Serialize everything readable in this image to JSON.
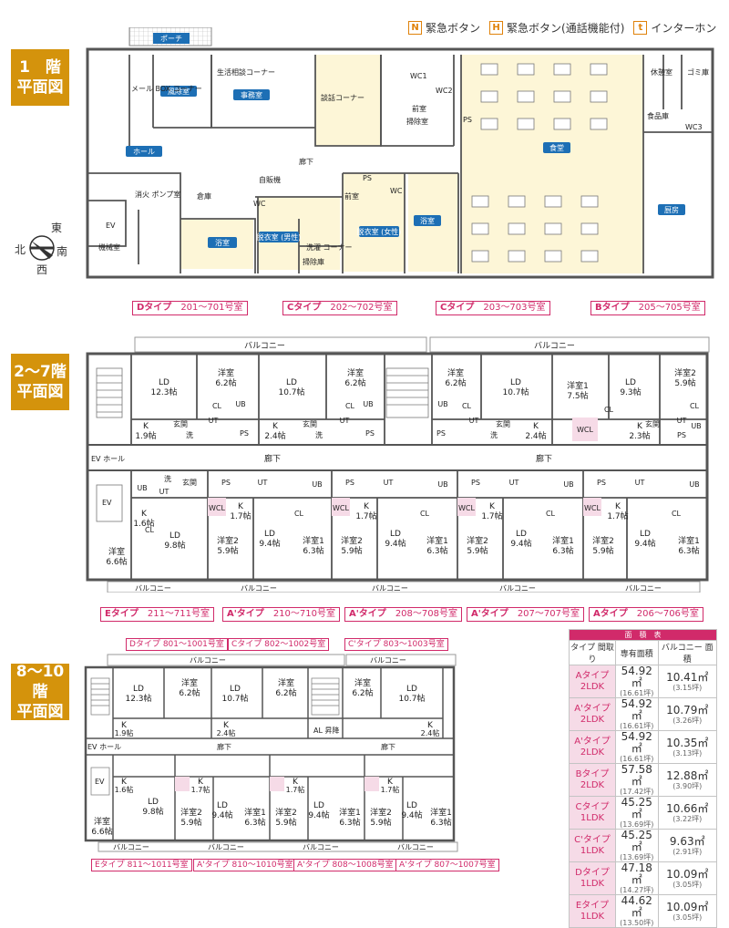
{
  "legend": {
    "n": {
      "mark": "N",
      "label": "緊急ボタン"
    },
    "h": {
      "mark": "H",
      "label": "緊急ボタン(通話機能付)"
    },
    "t": {
      "mark": "t",
      "label": "インターホン"
    }
  },
  "floor1": {
    "label_line1": "1　階",
    "label_line2": "平面図",
    "compass": {
      "e": "東",
      "s": "南",
      "w": "西",
      "n": "北"
    },
    "rooms": {
      "porch": "ポーチ",
      "windroom": "風除室",
      "mailbox": "メール BOX コーナー",
      "consult": "生活相談コーナー",
      "office": "事務室",
      "lounge": "談話コーナー",
      "wc1": "WC1",
      "wc2": "WC2",
      "ps": "PS",
      "clean": "掃除室",
      "front": "前室",
      "dining": "食堂",
      "rest": "休憩室",
      "gomi": "ゴミ庫",
      "food": "食品庫",
      "wc3": "WC3",
      "hall": "ホール",
      "corridor": "廊下",
      "vending": "自販機",
      "ev": "EV",
      "pump": "消火 ポンプ室",
      "storage": "倉庫",
      "wc": "WC",
      "bath": "浴室",
      "dress_m": "脱衣室 (男性)",
      "laundry": "洗濯 コーナー",
      "cleaning": "掃除庫",
      "dress_f": "脱衣室 (女性)",
      "kitchen": "厨房",
      "machine": "機械室"
    },
    "tags": [
      {
        "type": "Dタイプ",
        "rooms": "201～701号室"
      },
      {
        "type": "Cタイプ",
        "rooms": "202～702号室"
      },
      {
        "type": "Cタイプ",
        "rooms": "203～703号室"
      },
      {
        "type": "Bタイプ",
        "rooms": "205～705号室"
      }
    ]
  },
  "floor2": {
    "label_line1": "2～7階",
    "label_line2": "平面図",
    "balcony": "バルコニー",
    "corridor": "廊下",
    "evhall": "EV ホール",
    "ev": "EV",
    "top_units": [
      {
        "ld": "LD",
        "ld_size": "12.3帖",
        "bed": "洋室",
        "bed_size": "6.2帖",
        "k": "K",
        "k_size": "1.9帖"
      },
      {
        "ld": "LD",
        "ld_size": "10.7帖",
        "bed": "洋室",
        "bed_size": "6.2帖",
        "k": "K",
        "k_size": "2.4帖"
      },
      {
        "ld": "LD",
        "ld_size": "10.7帖",
        "bed": "洋室",
        "bed_size": "6.2帖",
        "k": "K",
        "k_size": "2.4帖"
      },
      {
        "ld": "洋室1",
        "ld_size": "7.5帖",
        "bed": "LD",
        "bed_size": "9.3帖",
        "k": "K",
        "k_size": "2.3帖"
      },
      {
        "ld": "洋室2",
        "ld_size": "5.9帖",
        "bed": "",
        "bed_size": "",
        "k": "",
        "k_size": ""
      }
    ],
    "bottom_units": [
      {
        "a": "LD",
        "a_size": "9.8帖",
        "b": "洋室",
        "b_size": "6.6帖",
        "k": "K",
        "k_size": "1.6帖"
      },
      {
        "a": "洋室2",
        "a_size": "5.9帖",
        "b": "LD",
        "b_size": "9.4帖",
        "c": "洋室1",
        "c_size": "6.3帖",
        "k": "K",
        "k_size": "1.7帖"
      },
      {
        "a": "洋室2",
        "a_size": "5.9帖",
        "b": "LD",
        "b_size": "9.4帖",
        "c": "洋室1",
        "c_size": "6.3帖",
        "k": "K",
        "k_size": "1.7帖"
      },
      {
        "a": "洋室2",
        "a_size": "5.9帖",
        "b": "LD",
        "b_size": "9.4帖",
        "c": "洋室1",
        "c_size": "6.3帖",
        "k": "K",
        "k_size": "1.7帖"
      },
      {
        "a": "洋室2",
        "a_size": "5.9帖",
        "b": "LD",
        "b_size": "9.4帖",
        "c": "洋室1",
        "c_size": "6.3帖",
        "k": "K",
        "k_size": "1.7帖"
      }
    ],
    "small": {
      "cl": "CL",
      "ut": "UT",
      "ub": "UB",
      "ps": "PS",
      "wash": "洗",
      "entry": "玄関",
      "wcl": "WCL"
    },
    "tags": [
      {
        "type": "Eタイプ",
        "rooms": "211～711号室"
      },
      {
        "type": "A'タイプ",
        "rooms": "210～710号室"
      },
      {
        "type": "A'タイプ",
        "rooms": "208～708号室"
      },
      {
        "type": "A'タイプ",
        "rooms": "207～707号室"
      },
      {
        "type": "Aタイプ",
        "rooms": "206～706号室"
      }
    ]
  },
  "floor8": {
    "label_line1": "8～10階",
    "label_line2": "平面図",
    "balcony": "バルコニー",
    "corridor": "廊下",
    "evhall": "EV ホール",
    "ev": "EV",
    "shaft": "AL 昇降",
    "top_tags": [
      {
        "type": "Dタイプ",
        "rooms": "801～1001号室"
      },
      {
        "type": "Cタイプ",
        "rooms": "802～1002号室"
      },
      {
        "type": "C'タイプ",
        "rooms": "803～1003号室"
      }
    ],
    "top_units": [
      {
        "ld": "LD",
        "ld_size": "12.3帖",
        "bed": "洋室",
        "bed_size": "6.2帖",
        "k": "K",
        "k_size": "1.9帖"
      },
      {
        "ld": "LD",
        "ld_size": "10.7帖",
        "bed": "洋室",
        "bed_size": "6.2帖",
        "k": "K",
        "k_size": "2.4帖"
      },
      {
        "ld": "LD",
        "ld_size": "10.7帖",
        "bed": "洋室",
        "bed_size": "6.2帖",
        "k": "K",
        "k_size": "2.4帖"
      }
    ],
    "bottom_units": [
      {
        "a": "LD",
        "a_size": "9.8帖",
        "b": "洋室",
        "b_size": "6.6帖",
        "k": "K",
        "k_size": "1.6帖"
      },
      {
        "a": "洋室2",
        "a_size": "5.9帖",
        "b": "LD",
        "b_size": "9.4帖",
        "c": "洋室1",
        "c_size": "6.3帖",
        "k": "K",
        "k_size": "1.7帖"
      },
      {
        "a": "洋室2",
        "a_size": "5.9帖",
        "b": "LD",
        "b_size": "9.4帖",
        "c": "洋室1",
        "c_size": "6.3帖",
        "k": "K",
        "k_size": "1.7帖"
      },
      {
        "a": "洋室2",
        "a_size": "5.9帖",
        "b": "LD",
        "b_size": "9.4帖",
        "c": "洋室1",
        "c_size": "6.3帖",
        "k": "K",
        "k_size": "1.7帖"
      }
    ],
    "tags": [
      {
        "type": "Eタイプ",
        "rooms": "811～1011号室"
      },
      {
        "type": "A'タイプ",
        "rooms": "810～1010号室"
      },
      {
        "type": "A'タイプ",
        "rooms": "808～1008号室"
      },
      {
        "type": "A'タイプ",
        "rooms": "807～1007号室"
      }
    ]
  },
  "area_table": {
    "caption": "面　積　表",
    "headers": {
      "type": "タイプ 間取り",
      "private": "専有面積",
      "balcony": "バルコニー 面積"
    },
    "rows": [
      {
        "type": "Aタイプ",
        "plan": "2LDK",
        "private": "54.92㎡",
        "private_tsubo": "(16.61坪)",
        "balcony": "10.41㎡",
        "balcony_tsubo": "(3.15坪)"
      },
      {
        "type": "A'タイプ",
        "plan": "2LDK",
        "private": "54.92㎡",
        "private_tsubo": "(16.61坪)",
        "balcony": "10.79㎡",
        "balcony_tsubo": "(3.26坪)"
      },
      {
        "type": "A'タイプ",
        "plan": "2LDK",
        "private": "54.92㎡",
        "private_tsubo": "(16.61坪)",
        "balcony": "10.35㎡",
        "balcony_tsubo": "(3.13坪)"
      },
      {
        "type": "Bタイプ",
        "plan": "2LDK",
        "private": "57.58㎡",
        "private_tsubo": "(17.42坪)",
        "balcony": "12.88㎡",
        "balcony_tsubo": "(3.90坪)"
      },
      {
        "type": "Cタイプ",
        "plan": "1LDK",
        "private": "45.25㎡",
        "private_tsubo": "(13.69坪)",
        "balcony": "10.66㎡",
        "balcony_tsubo": "(3.22坪)"
      },
      {
        "type": "C'タイプ",
        "plan": "1LDK",
        "private": "45.25㎡",
        "private_tsubo": "(13.69坪)",
        "balcony": "9.63㎡",
        "balcony_tsubo": "(2.91坪)"
      },
      {
        "type": "Dタイプ",
        "plan": "1LDK",
        "private": "47.18㎡",
        "private_tsubo": "(14.27坪)",
        "balcony": "10.09㎡",
        "balcony_tsubo": "(3.05坪)"
      },
      {
        "type": "Eタイプ",
        "plan": "1LDK",
        "private": "44.62㎡",
        "private_tsubo": "(13.50坪)",
        "balcony": "10.09㎡",
        "balcony_tsubo": "(3.05坪)"
      }
    ]
  }
}
